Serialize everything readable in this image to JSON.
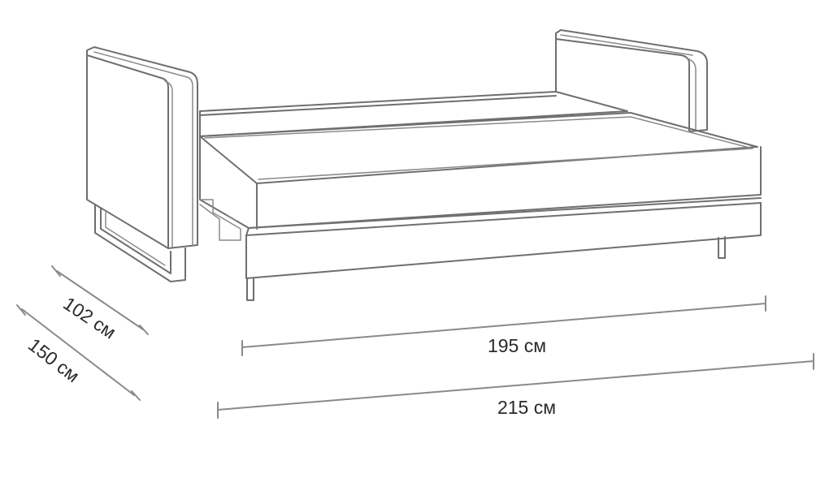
{
  "dimensions": {
    "depth_inner": "102 см",
    "depth_outer": "150 см",
    "width_inner": "195 см",
    "width_outer": "215 см"
  },
  "colors": {
    "outline": "#6f6f6f",
    "dimension_line": "#8a8a8a",
    "label": "#2a2a2a",
    "background": "#ffffff"
  }
}
